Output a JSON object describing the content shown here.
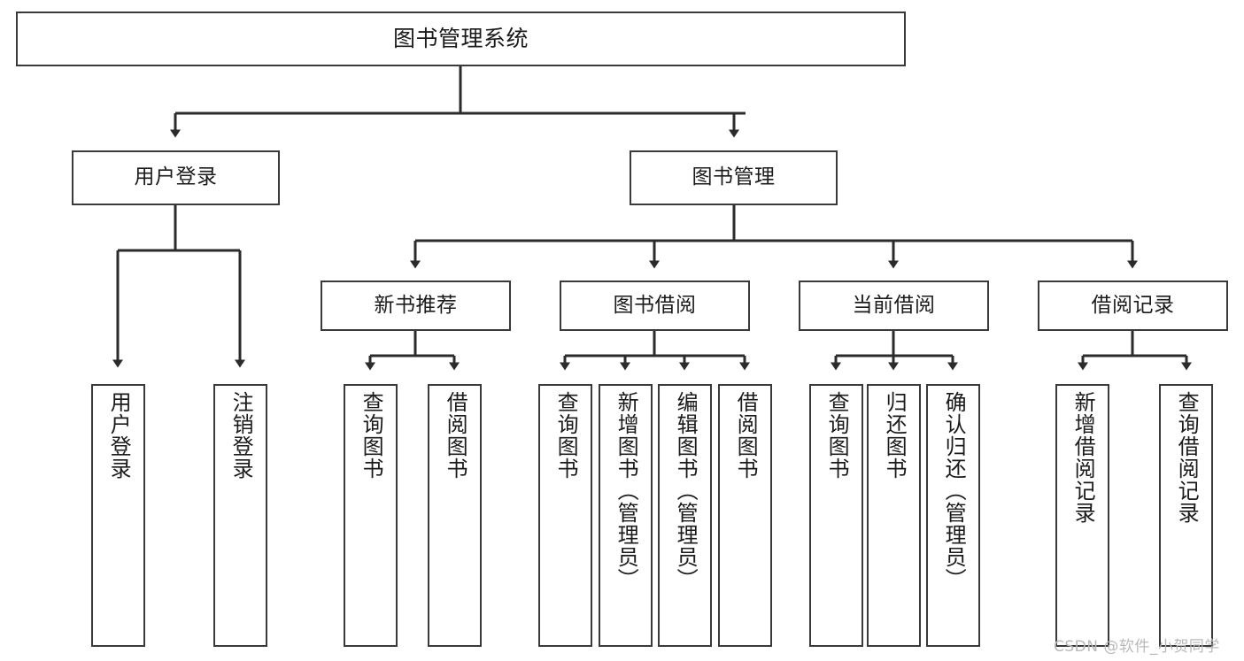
{
  "diagram": {
    "title": "图书管理系统",
    "type": "organization-tree",
    "watermark": "CSDN @软件_小贺同学",
    "colors": {
      "box_border": "#3a3a3a",
      "box_fill": "#ffffff",
      "connector": "#2b2b2b",
      "text": "#1b1b1b",
      "watermark": "#b9b9b9",
      "background": "#ffffff"
    },
    "levels": {
      "root": {
        "label": "图书管理系统"
      },
      "level1": [
        {
          "label": "用户登录"
        },
        {
          "label": "图书管理"
        }
      ],
      "level2": [
        {
          "label": "新书推荐"
        },
        {
          "label": "图书借阅"
        },
        {
          "label": "当前借阅"
        },
        {
          "label": "借阅记录"
        }
      ],
      "leaves": {
        "user_login": [
          {
            "label": "用户登录"
          },
          {
            "label": "注销登录"
          }
        ],
        "new_book_recommend": [
          {
            "label": "查询图书"
          },
          {
            "label": "借阅图书"
          }
        ],
        "book_borrow": [
          {
            "label": "查询图书"
          },
          {
            "label": "新增图书（管理员）"
          },
          {
            "label": "编辑图书（管理员）"
          },
          {
            "label": "借阅图书"
          }
        ],
        "current_borrow": [
          {
            "label": "查询图书"
          },
          {
            "label": "归还图书"
          },
          {
            "label": "确认归还（管理员）"
          }
        ],
        "borrow_record": [
          {
            "label": "新增借阅记录"
          },
          {
            "label": "查询借阅记录"
          }
        ]
      }
    }
  }
}
